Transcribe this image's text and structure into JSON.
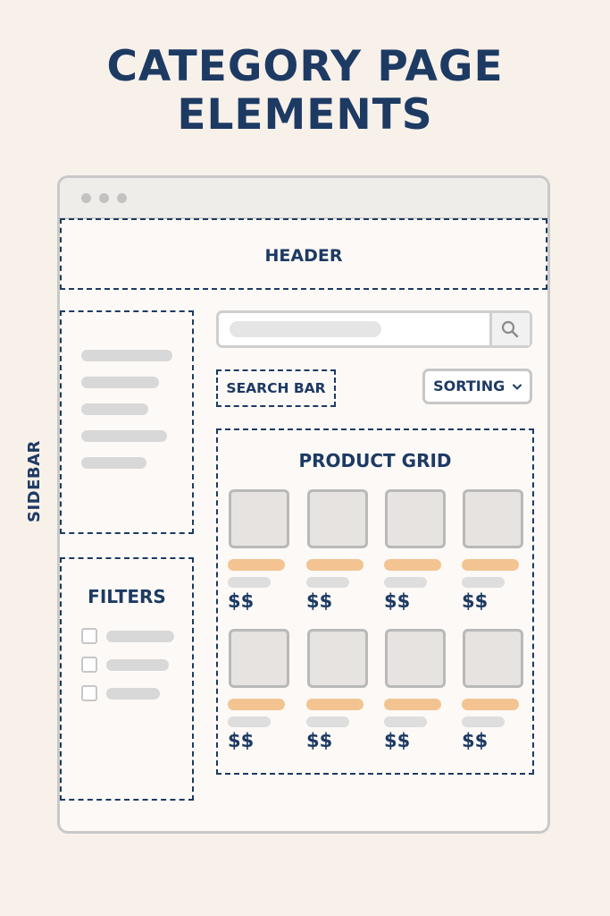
{
  "title": {
    "line1": "CATEGORY PAGE",
    "line2": "ELEMENTS"
  },
  "labels": {
    "header": "HEADER",
    "sidebar": "SIDEBAR",
    "filters": "FILTERS",
    "search_bar": "SEARCH BAR",
    "sorting": "SORTING",
    "product_grid": "PRODUCT GRID"
  },
  "icons": {
    "search": "search-icon",
    "sort_chevron": "chevron-down-icon"
  },
  "products": [
    {
      "price": "$$"
    },
    {
      "price": "$$"
    },
    {
      "price": "$$"
    },
    {
      "price": "$$"
    },
    {
      "price": "$$"
    },
    {
      "price": "$$"
    },
    {
      "price": "$$"
    },
    {
      "price": "$$"
    }
  ],
  "colors": {
    "background": "#f8f1ea",
    "accent_navy": "#1d3a63",
    "product_name_bar": "#f3c491",
    "placeholder_gray": "#d8d8d8"
  }
}
